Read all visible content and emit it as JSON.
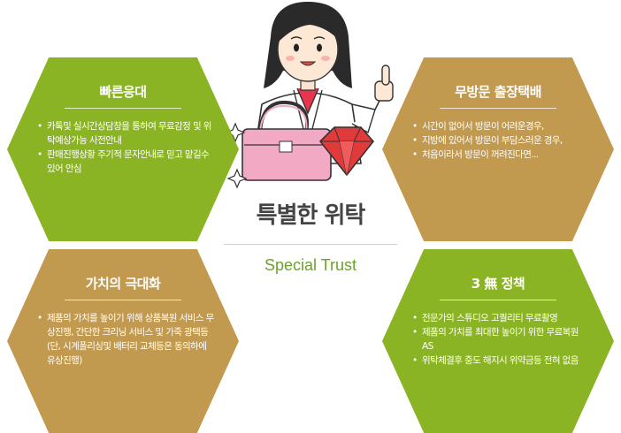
{
  "center": {
    "title": "특별한 위탁",
    "subtitle": "Special Trust"
  },
  "colors": {
    "green": "#8bb424",
    "gold": "#c29a4f",
    "subtitle_green": "#6aa22a"
  },
  "hexagons": [
    {
      "title": "빠른응대",
      "color": "green",
      "items": [
        "카톡및 실시간상담창을 통하여 무료감정 및 위탁예상가능 사전안내",
        "판매진행상황  주기적 문자안내로 믿고 맡길수 있어 안심"
      ]
    },
    {
      "title": "무방문 출장택배",
      "color": "gold",
      "items": [
        "시간이  없어서 방문이 어려운경우,",
        "지방에 있어서 방문이 부담스러운 경우,",
        "처음이라서 방문이 꺼려진다면..."
      ]
    },
    {
      "title": "가치의 극대화",
      "color": "gold",
      "items": [
        "제품의 가치를 높이기 위해  상품복원 서비스 무상진행,  간단한 크리닝 서비스 및 가죽 광택등 (단, 시계폴리싱및 배터리 교체등은 동의하에 유상진행)"
      ]
    },
    {
      "title": "3 無 정책",
      "color": "green",
      "items": [
        "전문가의 스튜디오 고퀄리티 무료촬영",
        "제품의 가치를 최대한 높이기 위한 무료복원 AS",
        "위탁체결후 중도 해지시 위약금등 전혀 없음"
      ]
    }
  ],
  "illustration": {
    "icons": [
      "woman-thumbs-up-icon",
      "handbag-icon",
      "diamond-icon",
      "sparkle-icon"
    ]
  }
}
